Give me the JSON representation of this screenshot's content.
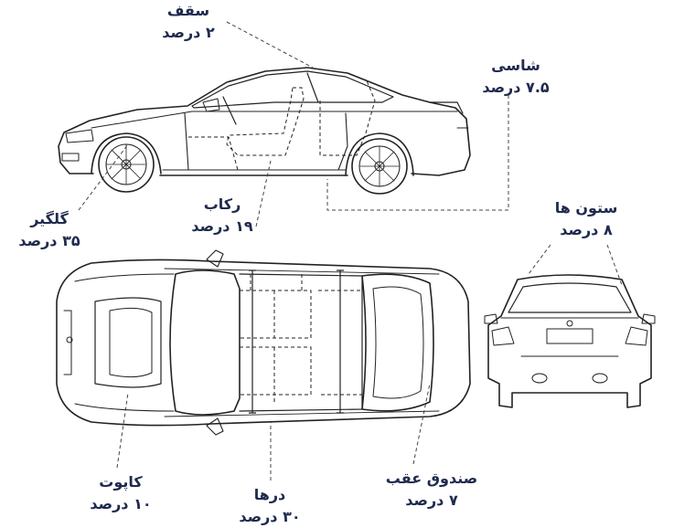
{
  "labels": {
    "roof": {
      "name": "سقف",
      "pct": "۲ درصد"
    },
    "chassis": {
      "name": "شاسی",
      "pct": "۷.۵ درصد"
    },
    "fender": {
      "name": "گلگیر",
      "pct": "۳۵ درصد"
    },
    "sill": {
      "name": "رکاب",
      "pct": "۱۹ درصد"
    },
    "pillars": {
      "name": "ستون ها",
      "pct": "۸ درصد"
    },
    "hood": {
      "name": "کاپوت",
      "pct": "۱۰ درصد"
    },
    "doors": {
      "name": "درها",
      "pct": "۳۰ درصد"
    },
    "trunk": {
      "name": "صندوق عقب",
      "pct": "۷ درصد"
    }
  },
  "colors": {
    "text": "#1f2a4e",
    "line": "#222222",
    "leader": "#444444"
  }
}
